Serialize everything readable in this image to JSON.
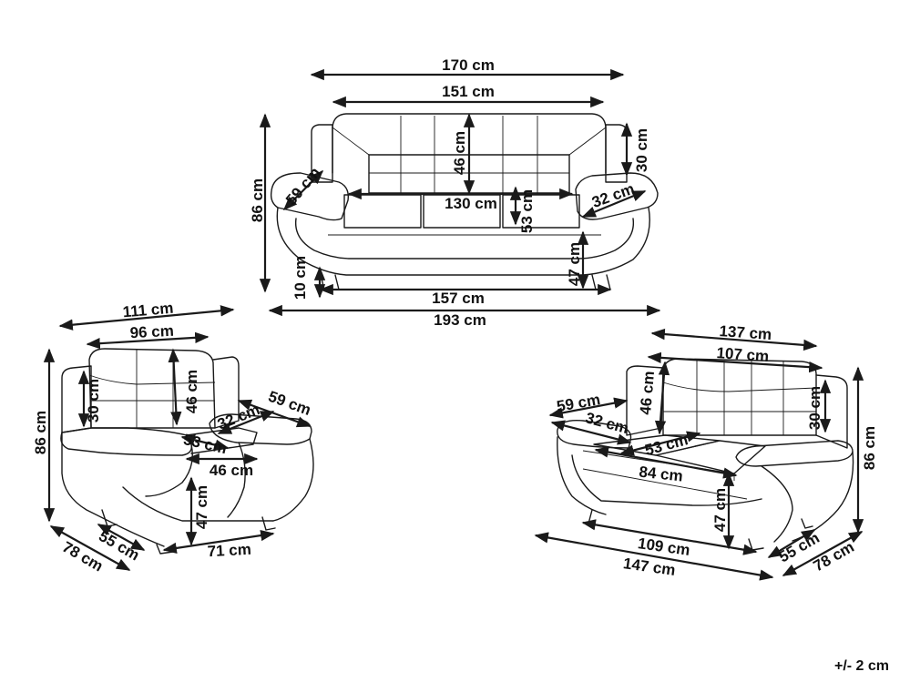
{
  "sofa_3_seater": {
    "width_overall": "170 cm",
    "width_back": "151 cm",
    "seat_width": "130 cm",
    "base_width": "157 cm",
    "arm_span": "193 cm",
    "height_overall": "86 cm",
    "back_height": "46 cm",
    "back_cushion_height": "30 cm",
    "arm_width": "59 cm",
    "arm_depth": "32 cm",
    "seat_depth": "53 cm",
    "seat_height": "47 cm",
    "leg_height": "10 cm"
  },
  "armchair": {
    "width_overall": "111 cm",
    "width_back": "96 cm",
    "back_cushion_height": "30 cm",
    "back_height": "46 cm",
    "arm_width": "59 cm",
    "arm_depth": "32 cm",
    "seat_depth": "53 cm",
    "seat_width": "46 cm",
    "seat_height": "47 cm",
    "height_overall": "86 cm",
    "depth_overall": "78 cm",
    "depth_base": "55 cm",
    "base_width": "71 cm"
  },
  "loveseat": {
    "width_overall": "137 cm",
    "width_back": "107 cm",
    "back_height": "46 cm",
    "arm_width": "59 cm",
    "arm_depth": "32 cm",
    "seat_depth": "53 cm",
    "seat_width": "84 cm",
    "back_cushion_height": "30 cm",
    "seat_height": "47 cm",
    "height_overall": "86 cm",
    "base_width": "109 cm",
    "arm_span": "147 cm",
    "depth_base": "55 cm",
    "depth_overall": "78 cm"
  },
  "tolerance": "+/- 2 cm"
}
